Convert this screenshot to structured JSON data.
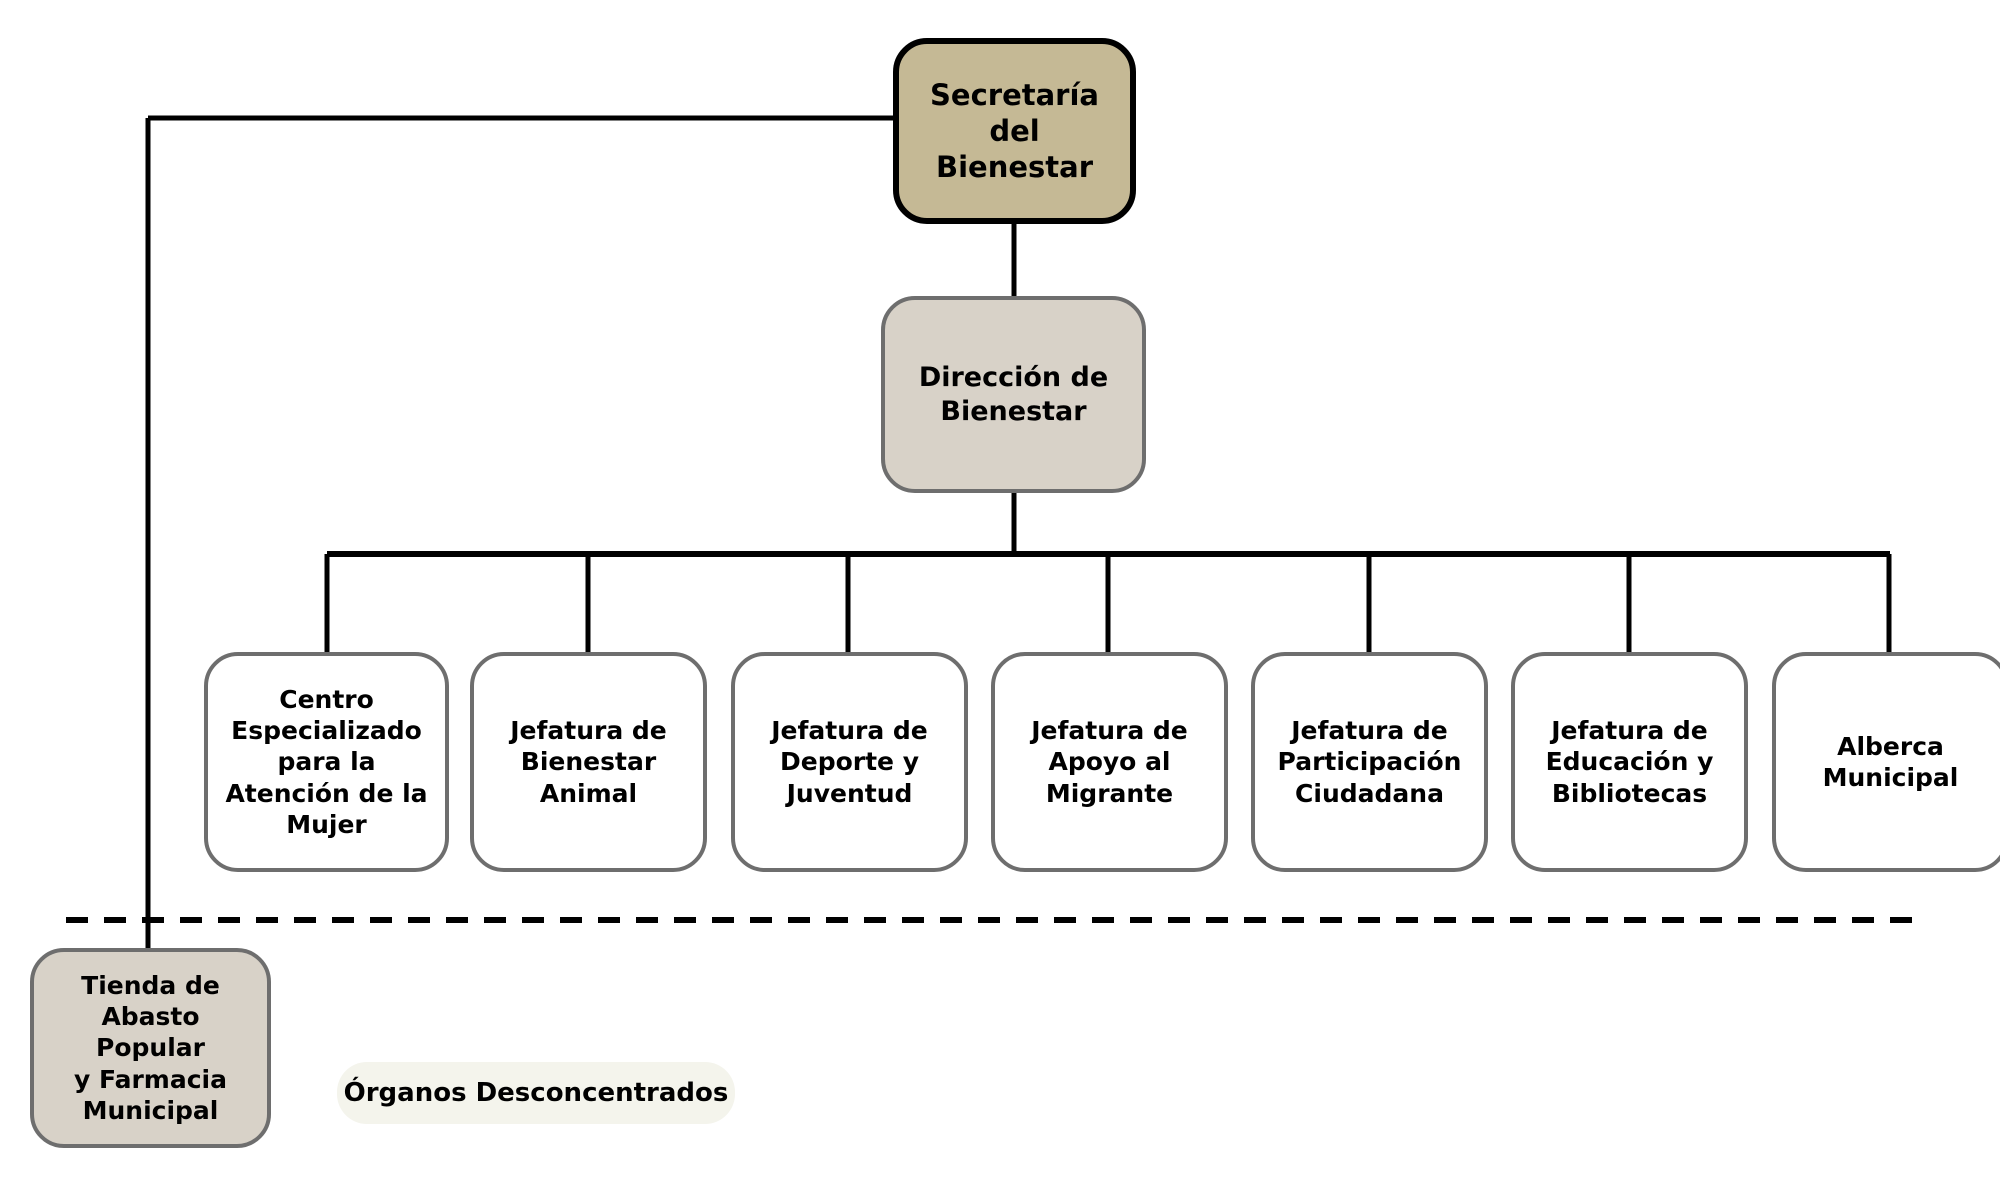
{
  "diagram": {
    "title_visible": false,
    "colors": {
      "root_fill": "#c5b995",
      "root_stroke": "#000000",
      "direction_fill": "#d8d2c8",
      "node_stroke": "#6e6e6e",
      "leaf_fill": "#ffffff",
      "desconcentrado_fill": "#d8d2c8",
      "legend_fill": "#f4f4ec",
      "connector": "#000000",
      "background": "#ffffff"
    },
    "root": {
      "label": "Secretaría del\nBienestar"
    },
    "direction": {
      "label": "Dirección de\nBienestar"
    },
    "units": [
      {
        "label": "Centro\nEspecializado\npara la\nAtención de la\nMujer"
      },
      {
        "label": "Jefatura de\nBienestar\nAnimal"
      },
      {
        "label": "Jefatura de\nDeporte y\nJuventud"
      },
      {
        "label": "Jefatura de\nApoyo al\nMigrante"
      },
      {
        "label": "Jefatura de\nParticipación\nCiudadana"
      },
      {
        "label": "Jefatura de\nEducación y\nBibliotecas"
      },
      {
        "label": "Alberca\nMunicipal"
      }
    ],
    "desconcentrados": [
      {
        "label": "Tienda de\nAbasto Popular\ny Farmacia\nMunicipal"
      }
    ],
    "legend": {
      "label": "Órganos Desconcentrados"
    }
  }
}
